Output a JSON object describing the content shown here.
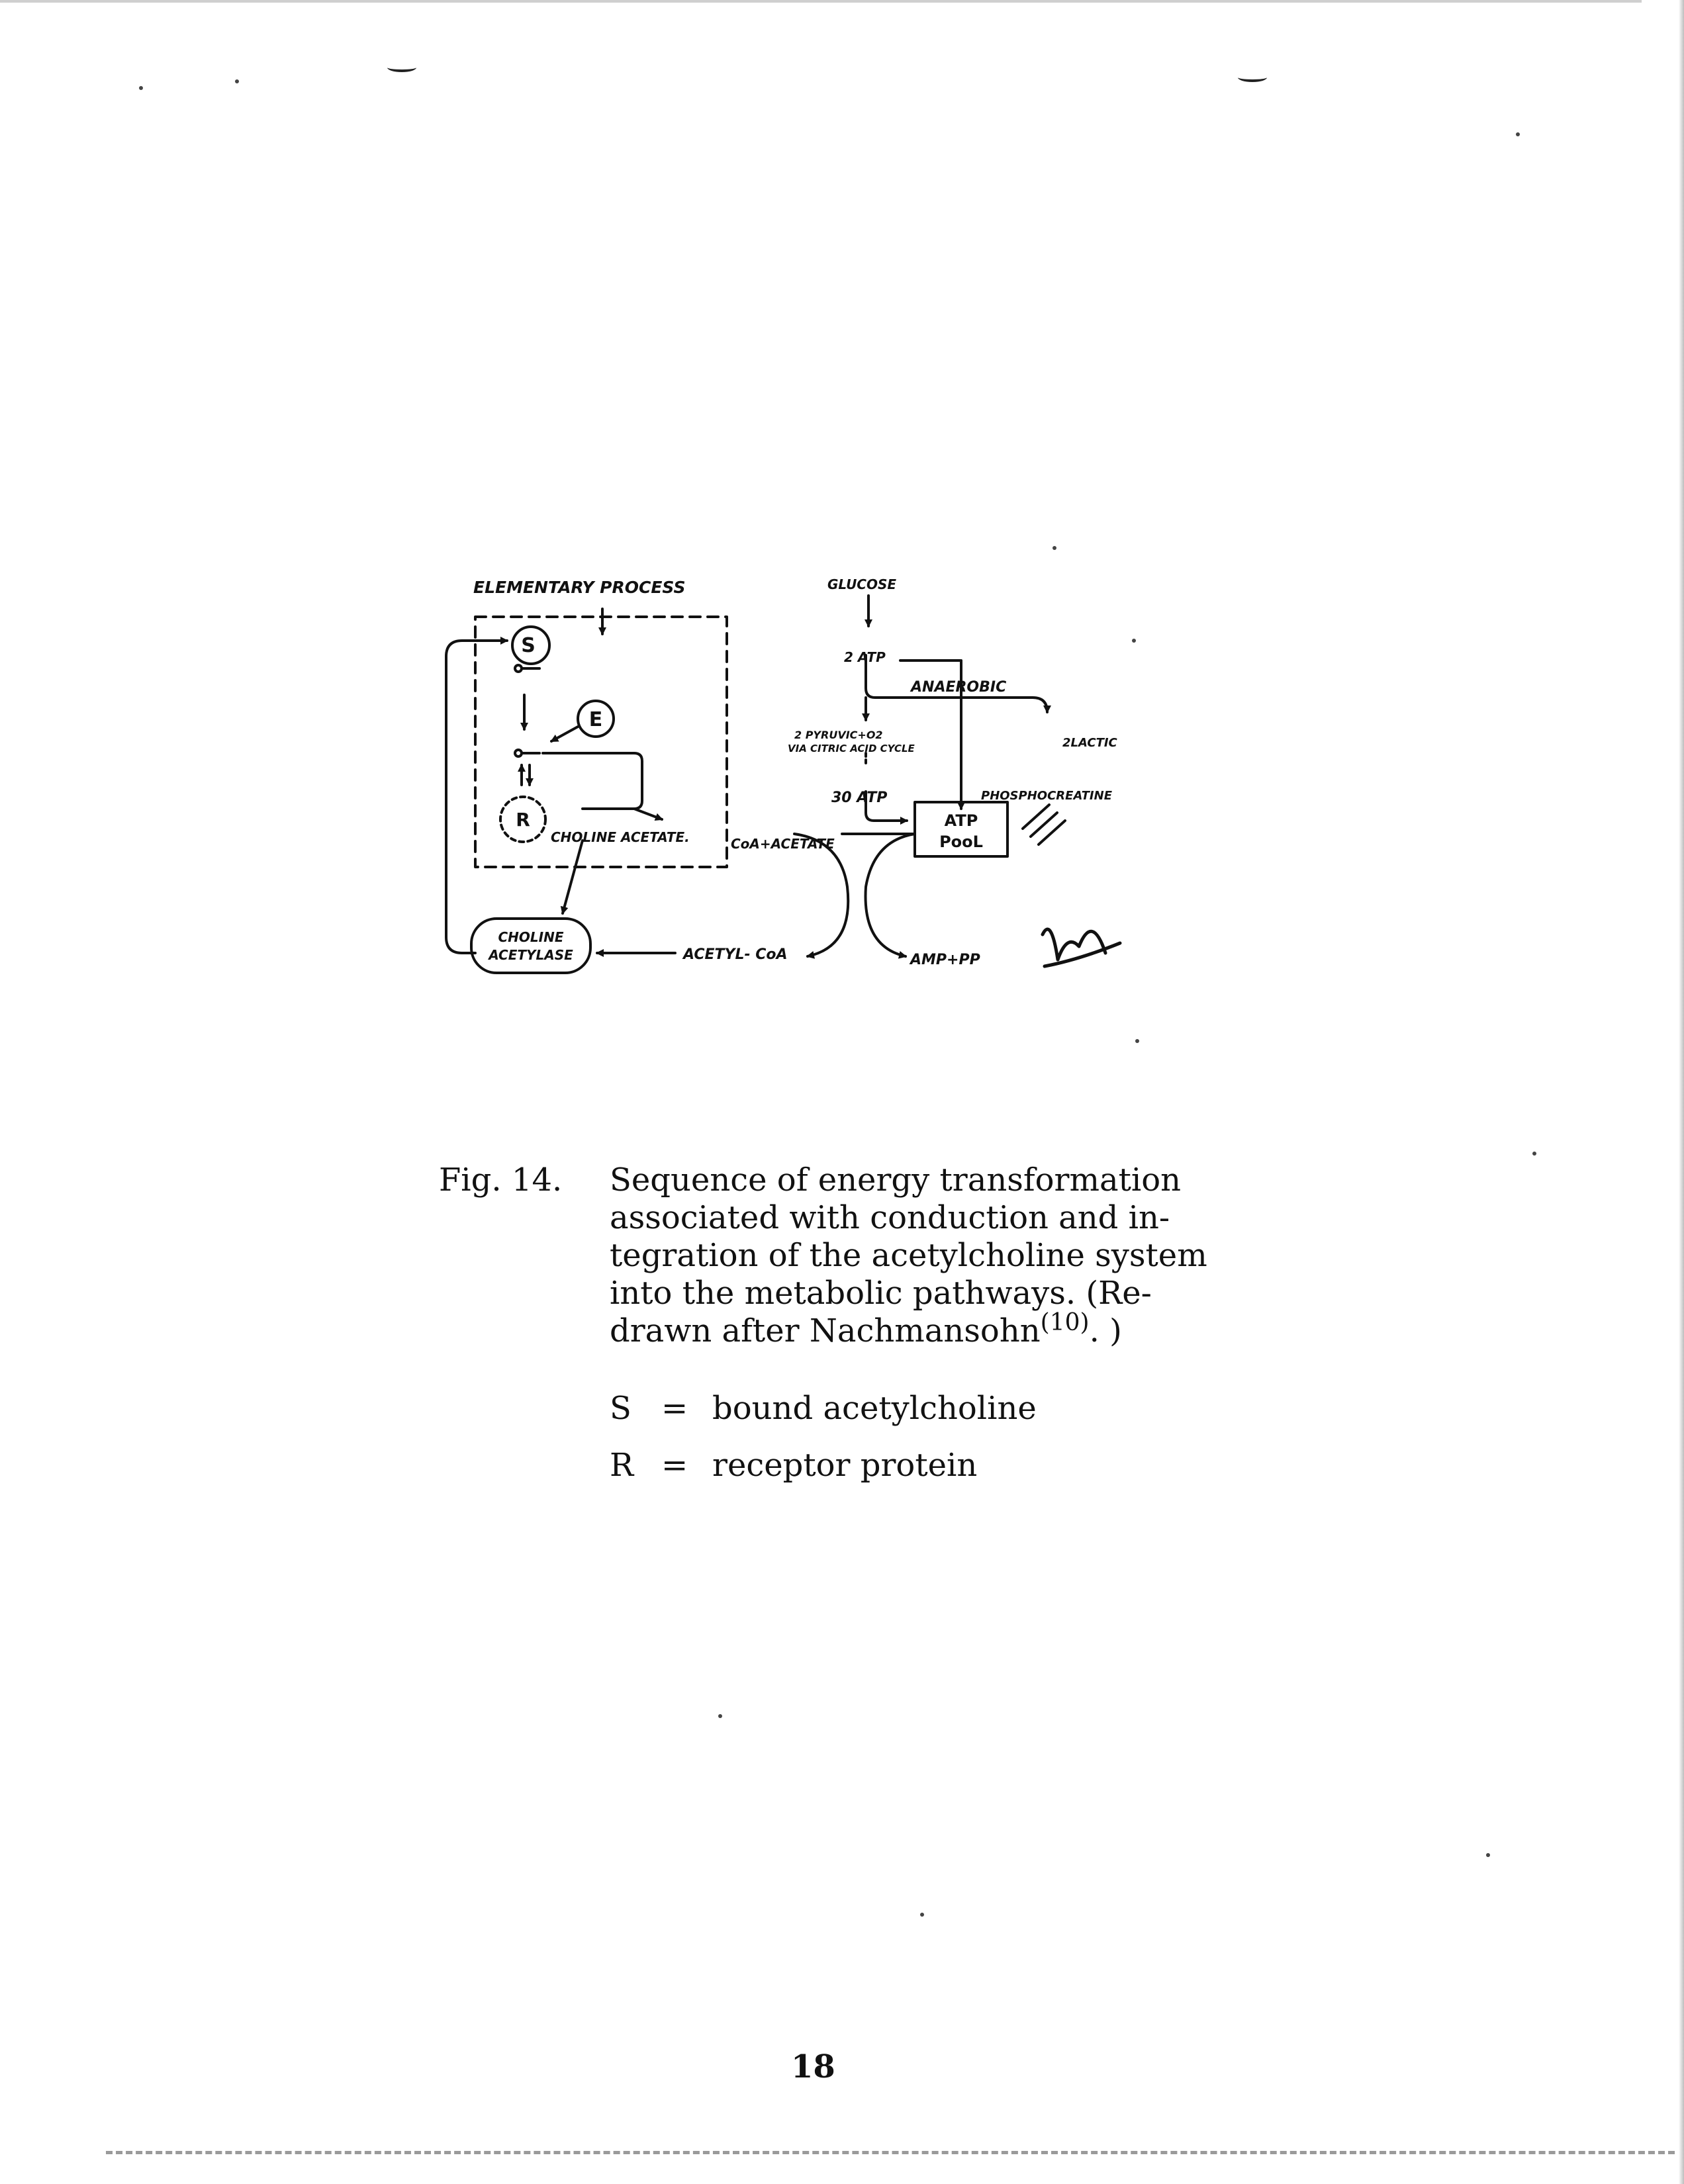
{
  "diagram": {
    "elementary_process_label": "ELEMENTARY PROCESS",
    "s_node": "S",
    "e_node": "E",
    "r_node": "R",
    "choline_acetate": "CHOLINE ACETATE.",
    "choline_acetylase_line1": "CHOLINE",
    "choline_acetylase_line2": "ACETYLASE",
    "acetyl_coa": "ACETYL- CoA",
    "glucose": "GLUCOSE",
    "atp_2": "2 ATP",
    "anaerobic": "ANAEROBIC",
    "lactic": "2LACTIC",
    "pyruvic_line1": "2 PYRUVIC+O2",
    "pyruvic_line2": "VIA CITRIC ACID CYCLE",
    "atp_30": "30 ATP",
    "phosphocreatine": "PHOSPHOCREATINE",
    "coa_acetate": "CoA+ACETATE",
    "atp_pool_line1": "ATP",
    "atp_pool_line2": "PooL",
    "amp_pp": "AMP+PP"
  },
  "caption": {
    "figure_label": "Fig. 14.",
    "text_lines": [
      "Sequence of energy transformation",
      "associated with conduction and in-",
      "tegration of the acetylcholine system",
      "into the metabolic pathways.  (Re-"
    ],
    "last_line_text": "drawn after Nachmansohn",
    "reference_number": "(10)",
    "last_line_end": ". )"
  },
  "legend": [
    {
      "symbol": "S",
      "equals": "=",
      "meaning": "bound acetylcholine"
    },
    {
      "symbol": "R",
      "equals": "=",
      "meaning": "receptor protein"
    }
  ],
  "page_number": "18"
}
